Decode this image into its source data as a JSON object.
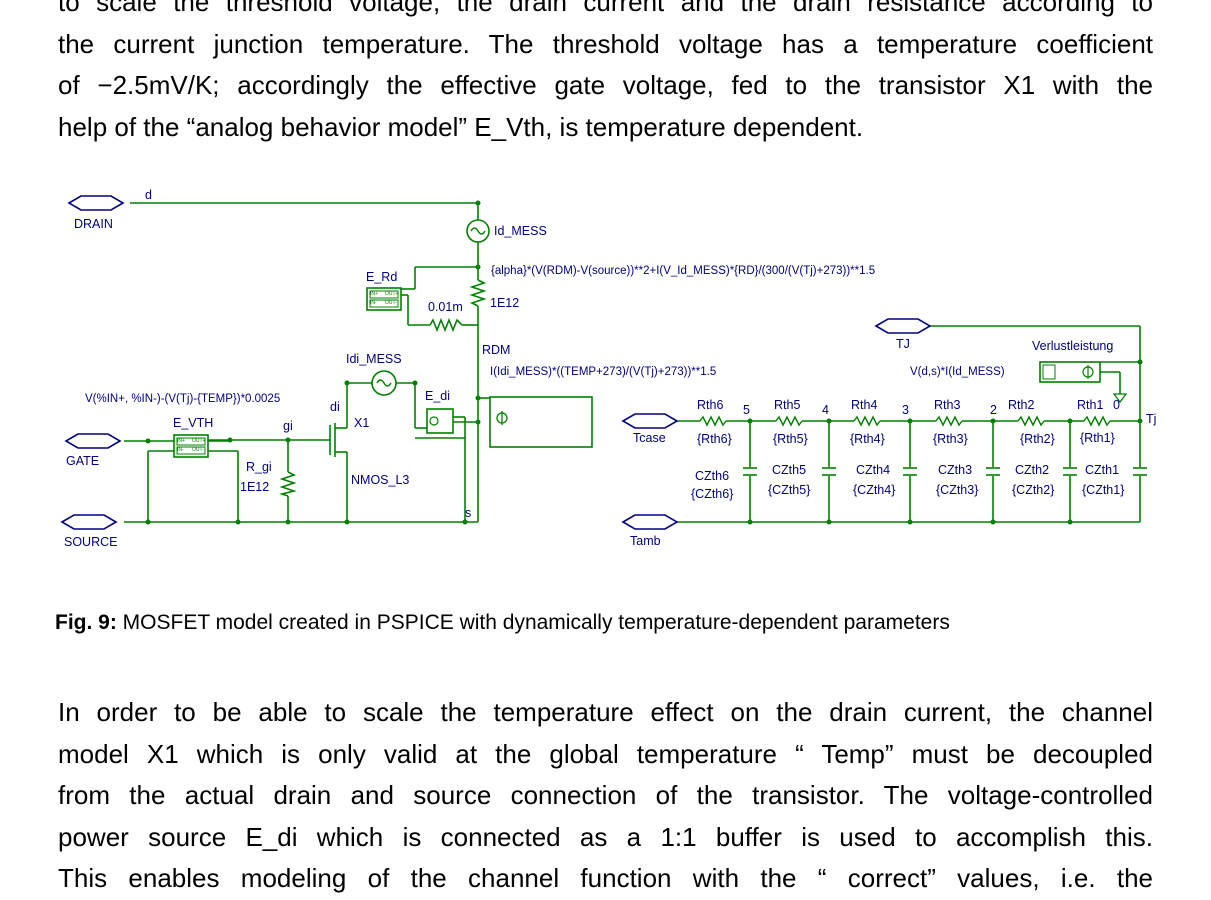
{
  "text_top": [
    "to scale the threshold voltage, the drain current and the drain resistance according to",
    "the current junction temperature. The threshold voltage has a temperature coefficient",
    "of −2.5mV/K; accordingly the effective gate voltage, fed to the transistor X1 with the",
    "help of the “analog behavior model”  E_Vth, is temperature dependent."
  ],
  "figure": {
    "ports": {
      "drain": "DRAIN",
      "gate": "GATE",
      "source": "SOURCE",
      "tcase": "Tcase",
      "tamb": "Tamb",
      "tj_port": "TJ",
      "tj_end": "Tj"
    },
    "nets": {
      "d": "d",
      "gi": "gi",
      "di": "di",
      "s": "s"
    },
    "components": {
      "id_mess": "Id_MESS",
      "id_mess_expr": "{alpha}*(V(RDM)-V(source))**2+I(V_Id_MESS)*{RD}/(300/(V(Tj)+273))**1.5",
      "e_rd": "E_Rd",
      "r_small": "0.01m",
      "r_big": "1E12",
      "rdm": "RDM",
      "idi_mess": "Idi_MESS",
      "idi_expr": "I(Idi_MESS)*((TEMP+273)/(V(Tj)+273))**1.5",
      "e_di": "E_di",
      "vth_expr": "V(%IN+, %IN-)-(V(Tj)-{TEMP})*0.0025",
      "e_vth": "E_VTH",
      "x1": "X1",
      "nmos": "NMOS_L3",
      "r_gi": "R_gi",
      "r_gi_val": "1E12",
      "abm_in": "IN+",
      "abm_in_neg": "IN-",
      "abm_out": "OUT+",
      "abm_out_neg": "OUT-",
      "verlust": "Verlustleistung",
      "verlust_expr": "V(d,s)*I(Id_MESS)"
    },
    "rth_labels": [
      "Rth6",
      "Rth5",
      "Rth4",
      "Rth3",
      "Rth2",
      "Rth1"
    ],
    "rth_values": [
      "{Rth6}",
      "{Rth5}",
      "{Rth4}",
      "{Rth3}",
      "{Rth2}",
      "{Rth1}"
    ],
    "czth_labels": [
      "CZth6",
      "CZth5",
      "CZth4",
      "CZth3",
      "CZth2",
      "CZth1"
    ],
    "czth_values": [
      "{CZth6}",
      "{CZth5}",
      "{CZth4}",
      "{CZth3}",
      "{CZth2}",
      "{CZth1}"
    ],
    "node_numbers": [
      "5",
      "4",
      "3",
      "2",
      "0"
    ]
  },
  "caption": {
    "label": "Fig. 9:",
    "text": " MOSFET model created in PSPICE with dynamically temperature-dependent parameters"
  },
  "text_bottom": [
    "In order to be able to scale the temperature effect on the drain current, the channel",
    "model X1 which is only valid at the global temperature “ Temp” must be decoupled",
    "from the actual drain and source connection of the transistor. The voltage-controlled",
    "power source E_di which is connected as a 1:1 buffer is used to accomplish this.",
    "This enables modeling of the channel function with the “ correct” values, i.e. the"
  ],
  "colors": {
    "wire": "#008000",
    "node": "#008000",
    "text": "#000080",
    "port": "#000080"
  }
}
